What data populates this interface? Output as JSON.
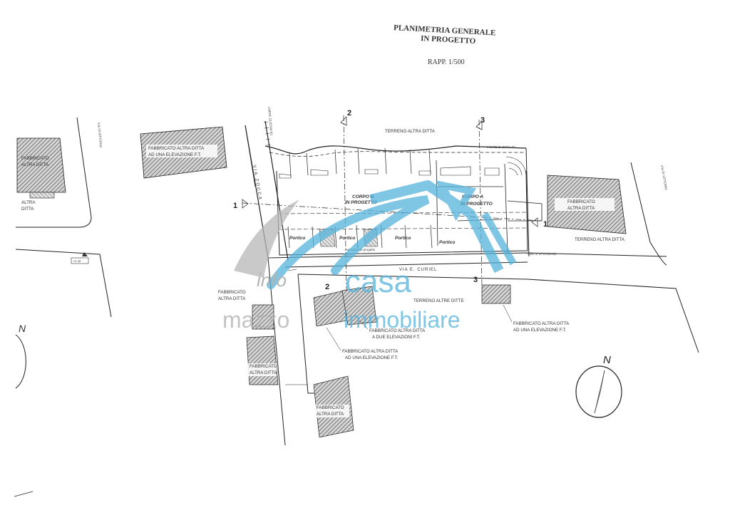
{
  "title": {
    "line1": "PLANIMETRIA GENERALE",
    "line2": "IN PROGETTO",
    "scale": "RAPP. 1/500"
  },
  "labels": {
    "terreno_top": "TERRENO ALTRA DITTA",
    "terreno_right": "TERRENO ALTRA DITTA",
    "terreno_bottom": "TERRENO ALTRE DITTE",
    "via_curiel": "VIA E. CURIEL",
    "via_zocca": "VIA ZOCCA",
    "via_vittorio_left": "V.le DI VITTORIO",
    "via_vittorio_right": "V.le DI VITTORIO",
    "limite_zona": "LIMITE DI ZONA B1",
    "corpo_b_l1": "CORPO B",
    "corpo_b_l2": "IN PROGETTO",
    "corpo_a_l1": "CORPO A",
    "corpo_a_l2": "IN PROGETTO",
    "portico": "Portico",
    "marciapiede": "marciapiede progetto",
    "quota": "+1.42"
  },
  "buildings": {
    "top_center_l1": "FABBRICATO ALTRA DITTA",
    "top_center_l2": "AD UNA ELEVAZIONE F.T.",
    "top_left_l1": "FABBRICATO",
    "top_left_l2": "ALTRA DITTA",
    "left_under_l1": "ALTRA",
    "left_under_l2": "DITTA",
    "right_l1": "FABBRICATO",
    "right_l2": "ALTRA DITTA",
    "left_mid_l1": "FABBRICATO",
    "left_mid_l2": "ALTRA DITTA",
    "center_due_l1": "FABBRICATO ALTRA DITTA",
    "center_due_l2": "A DUE ELEVAZIONI F.T.",
    "center_una_l1": "FABBRICATO  ALTRA DITTA",
    "center_una_l2": "AD UNA ELEVAZIONE F.T.",
    "right_una_l1": "FABBRICATO ALTRA DITTA",
    "right_una_l2": "AD UNA ELEVAZIONE F.T.",
    "left_low_l1": "FABBRICATO",
    "left_low_l2": "ALTRA DITTA",
    "bottom_l1": "FABBRICATO",
    "bottom_l2": "ALTRA DITTA"
  },
  "sections": {
    "s1": "1",
    "s2": "2",
    "s3": "3"
  },
  "north": "N",
  "watermark": {
    "top": "info",
    "brand": "casa",
    "left": "mazzo",
    "right": "immobiliare",
    "color": "#55b4dd"
  }
}
